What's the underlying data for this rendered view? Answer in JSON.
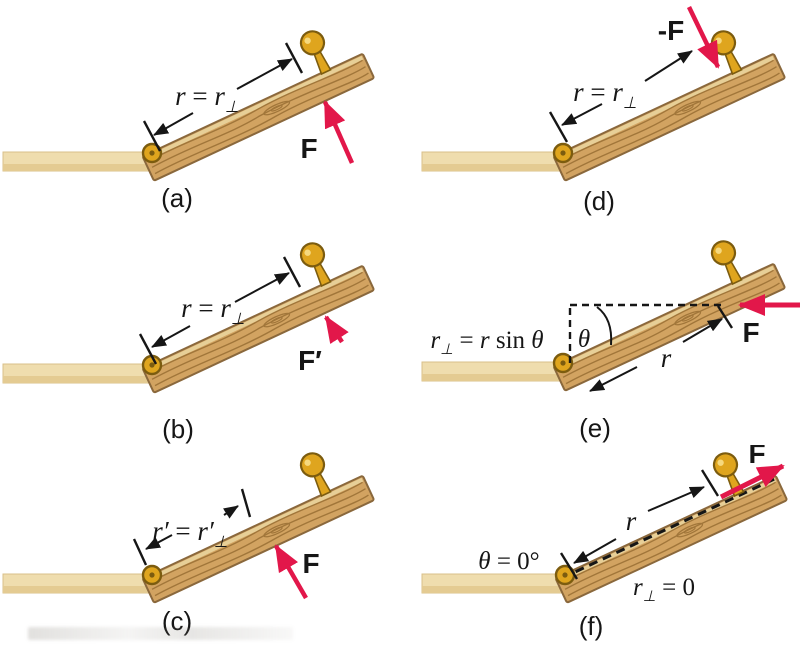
{
  "colors": {
    "wood": "#d2a361",
    "wood_light": "#ecd9a5",
    "wood_grain": "#a1763a",
    "wood_outline": "#8a683c",
    "ledge": "#efddae",
    "ledge_shade": "#e4cb92",
    "ledge_edge": "#d9c08a",
    "gold": "#dfa51e",
    "gold_dark": "#7c5c0f",
    "gold_light": "#f6d97e",
    "arrow_red": "#e2174a",
    "line": "#161616"
  },
  "panels": {
    "a": {
      "caption": "(a)",
      "dim": {
        "p1": "r",
        "p2": " = ",
        "p3": "r",
        "p4": "⊥"
      },
      "force": "F"
    },
    "b": {
      "caption": "(b)",
      "dim": {
        "p1": "r",
        "p2": " = ",
        "p3": "r",
        "p4": "⊥"
      },
      "force": "F′"
    },
    "c": {
      "caption": "(c)",
      "dim": {
        "p1": "r′",
        "p2": " = ",
        "p3": "r′",
        "p4": "⊥"
      },
      "force": "F"
    },
    "d": {
      "caption": "(d)",
      "dim": {
        "p1": "r",
        "p2": " = ",
        "p3": "r",
        "p4": "⊥"
      },
      "force": "-F"
    },
    "e": {
      "caption": "(e)",
      "formula": {
        "p1": "r",
        "p2": "⊥",
        "p3": " = ",
        "p4": "r",
        "p5": " sin ",
        "p6": "θ"
      },
      "angle": "θ",
      "dim": "r",
      "force": "F"
    },
    "f": {
      "caption": "(f)",
      "angle": {
        "p1": "θ",
        "p2": " = 0°"
      },
      "dim": "r",
      "perp": {
        "p1": "r",
        "p2": "⊥",
        "p3": " = 0"
      },
      "force": "F"
    }
  }
}
